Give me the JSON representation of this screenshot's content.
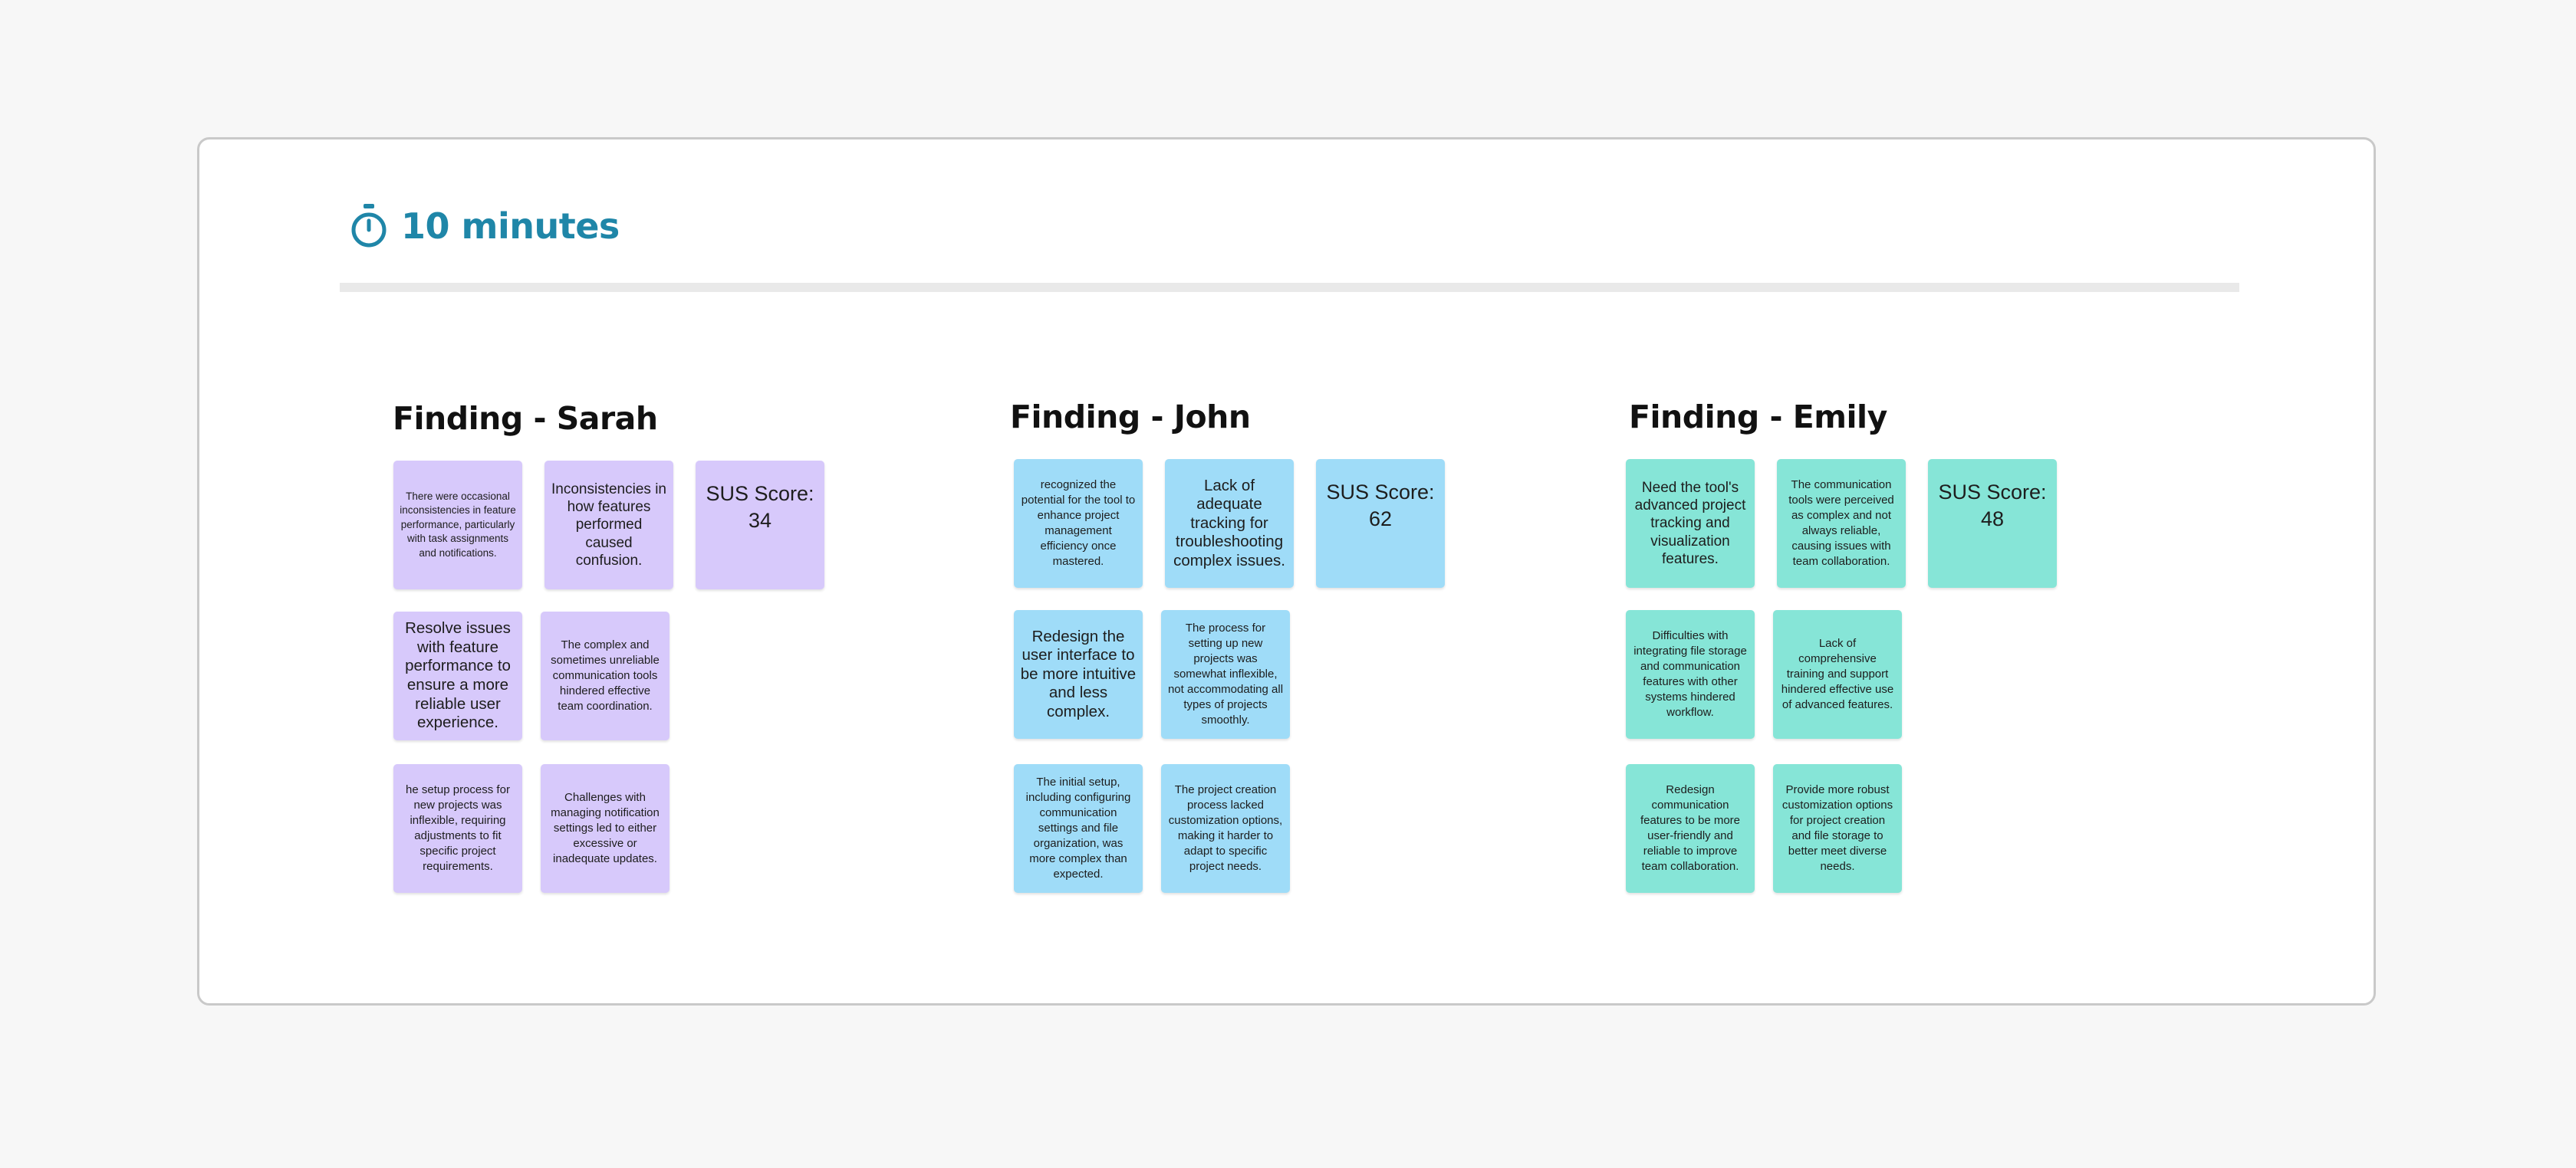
{
  "timer": {
    "icon": "stopwatch-icon",
    "label": "10 minutes",
    "color": "#1f86a8"
  },
  "colors": {
    "sarah": "#d7c9fb",
    "john": "#9fdcf8",
    "emily": "#86e5d7"
  },
  "sections": {
    "sarah": {
      "title": "Finding - Sarah",
      "notes": [
        "There were occasional inconsistencies in feature performance, particularly with task assignments and notifications.",
        "Inconsistencies in how features performed caused confusion.",
        "SUS Score: 34",
        "Resolve issues with feature performance to ensure a more reliable user experience.",
        "The complex and sometimes unreliable communication tools hindered effective team coordination.",
        "he setup process for new projects was inflexible, requiring adjustments to fit specific project requirements.",
        "Challenges with managing notification settings led to either excessive or inadequate updates."
      ]
    },
    "john": {
      "title": "Finding - John",
      "notes": [
        "recognized the potential for the tool to enhance project management efficiency once mastered.",
        "Lack of adequate tracking for troubleshooting complex issues.",
        "SUS Score: 62",
        "Redesign the user interface to be more intuitive and less complex.",
        "The process for setting up new projects was somewhat inflexible, not accommodating all types of projects smoothly.",
        "The initial setup, including configuring communication settings and file organization, was more complex than expected.",
        "The project creation process lacked customization options, making it harder to adapt to specific project needs."
      ]
    },
    "emily": {
      "title": "Finding - Emily",
      "notes": [
        "Need the tool's advanced project tracking and visualization features.",
        "The communication tools were perceived as complex and not always reliable, causing issues with team collaboration.",
        "SUS Score: 48",
        "Difficulties with integrating file storage and communication features with other systems hindered workflow.",
        "Lack of comprehensive training and support hindered effective use of advanced features.",
        "Redesign communication features to be more user-friendly and reliable to improve team collaboration.",
        "Provide more robust customization options for project creation and file storage to better meet diverse needs."
      ]
    }
  }
}
